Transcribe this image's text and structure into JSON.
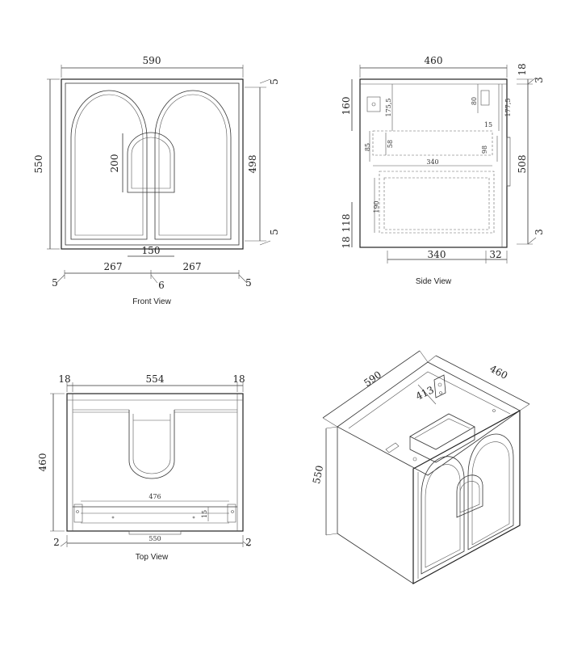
{
  "front": {
    "caption": "Front View",
    "width": "590",
    "height": "550",
    "inner_h": "498",
    "top_gap": "5",
    "bot_gap": "5",
    "handle_h": "200",
    "handle_w": "150",
    "left_w": "267",
    "right_w": "267",
    "mid": "6",
    "left_edge": "5",
    "right_edge": "5"
  },
  "side": {
    "caption": "Side View",
    "depth": "460",
    "top": "18",
    "top_r": "3",
    "h160": "160",
    "h508": "508",
    "bot_r": "3",
    "h118": "118",
    "h18": "18",
    "w340": "340",
    "w32": "32",
    "d175a": "175,5",
    "d80": "80",
    "d175b": "177,5",
    "d15": "15",
    "d85": "85",
    "d58a": "58",
    "d340": "340",
    "d98": "98",
    "d190": "190"
  },
  "top": {
    "caption": "Top View",
    "w554": "554",
    "l18": "18",
    "r18": "18",
    "d460": "460",
    "w476": "476",
    "d15": "15",
    "w550": "550",
    "l2": "2",
    "r2": "2"
  },
  "iso": {
    "w590": "590",
    "d460": "460",
    "h550": "550",
    "d413": "413"
  }
}
